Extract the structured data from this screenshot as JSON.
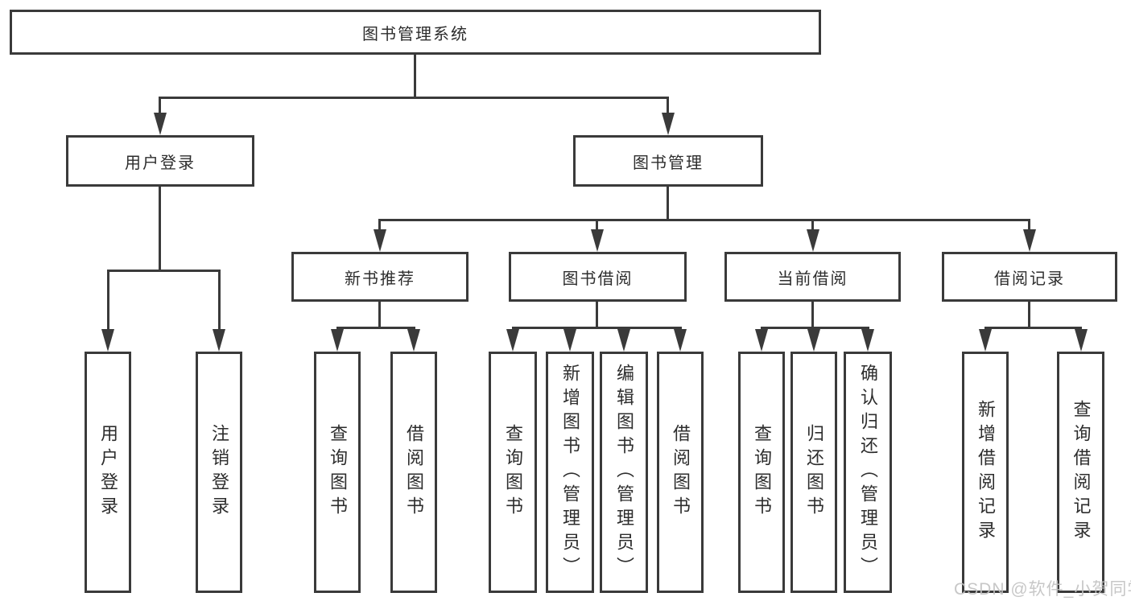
{
  "title": "图书管理系统",
  "colors": {
    "line": "#3a3a3a",
    "text": "#2d2d2d",
    "background": "#ffffff",
    "watermark": "#c2c2c2"
  },
  "watermark": "CSDN @软件_小贺同学",
  "nodes": {
    "root": {
      "label": "图书管理系统"
    },
    "level2": [
      {
        "label": "用户登录"
      },
      {
        "label": "图书管理"
      }
    ],
    "level3": [
      {
        "label": "新书推荐"
      },
      {
        "label": "图书借阅"
      },
      {
        "label": "当前借阅"
      },
      {
        "label": "借阅记录"
      }
    ],
    "leaves": {
      "user_login": [
        {
          "label": "用户登录"
        },
        {
          "label": "注销登录"
        }
      ],
      "new_book": [
        {
          "label": "查询图书"
        },
        {
          "label": "借阅图书"
        }
      ],
      "book_borrow": [
        {
          "label": "查询图书"
        },
        {
          "label": "新增图书（管理员）"
        },
        {
          "label": "编辑图书（管理员）"
        },
        {
          "label": "借阅图书"
        }
      ],
      "current_borrow": [
        {
          "label": "查询图书"
        },
        {
          "label": "归还图书"
        },
        {
          "label": "确认归还（管理员）"
        }
      ],
      "borrow_record": [
        {
          "label": "新增借阅记录"
        },
        {
          "label": "查询借阅记录"
        }
      ]
    }
  }
}
